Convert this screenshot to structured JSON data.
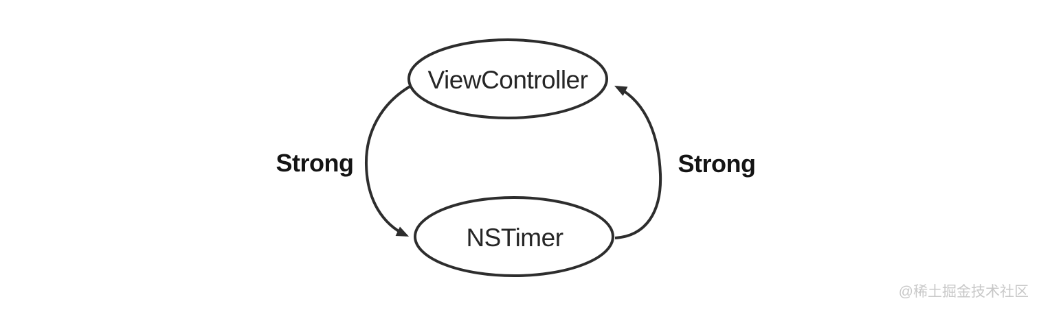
{
  "diagram": {
    "nodes": [
      {
        "id": "viewcontroller",
        "label": "ViewController"
      },
      {
        "id": "nstimer",
        "label": "NSTimer"
      }
    ],
    "edges": [
      {
        "from": "ViewController",
        "to": "NSTimer",
        "label": "Strong",
        "side": "left",
        "arrow": "into-nstimer-left"
      },
      {
        "from": "NSTimer",
        "to": "ViewController",
        "label": "Strong",
        "side": "right",
        "arrow": "into-viewcontroller-right"
      }
    ]
  },
  "watermark": {
    "text": "@稀土掘金技术社区"
  },
  "colors": {
    "background": "#ffffff",
    "stroke": "#2d2d2d",
    "node_text": "#262626",
    "edge_label_text": "#141414",
    "watermark_text": "#c8c8c8"
  }
}
